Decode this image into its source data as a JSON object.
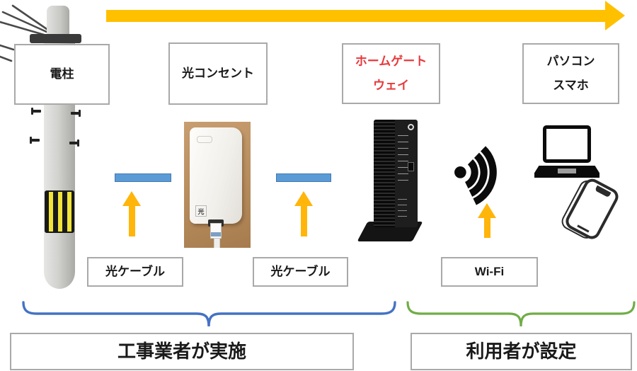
{
  "labels": {
    "pole": "電柱",
    "optical_outlet": "光コンセント",
    "home_gateway_line1": "ホームゲート",
    "home_gateway_line2": "ウェイ",
    "devices_line1": "パソコン",
    "devices_line2": "スマホ",
    "optical_cable_left": "光ケーブル",
    "optical_cable_right": "光ケーブル",
    "wifi": "Wi-Fi",
    "contractor_scope": "工事業者が実施",
    "user_scope": "利用者が設定",
    "outlet_port_mark": "光"
  },
  "icons": {
    "flow_arrow": "right-arrow",
    "up_arrows": [
      "up-arrow",
      "up-arrow",
      "up-arrow"
    ],
    "wifi_icon": "wifi-signal",
    "laptop_icon": "laptop",
    "smartphone_icon": "smartphone",
    "pole_image": "utility-pole-photo",
    "outlet_image": "optical-outlet-photo",
    "gateway_image": "home-gateway-router-photo"
  },
  "colors": {
    "flow_arrow": "#FFC000",
    "up_arrow": "#FFB50A",
    "bar_blue": "#5B9BD5",
    "brace_blue": "#4472C4",
    "brace_green": "#70AD47",
    "box_border": "#A9A9A9",
    "text_red": "#E8393C",
    "text_dark": "#1A1A1A"
  }
}
